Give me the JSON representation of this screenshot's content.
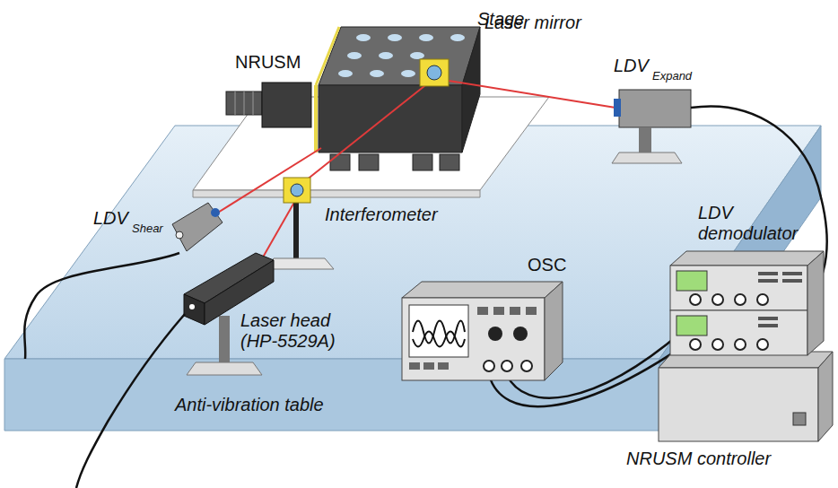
{
  "diagram": {
    "labels": [
      "Stage",
      "Laser mirror",
      "NRUSM",
      "LDV",
      "Expand",
      "LDV",
      "Shear",
      "Interferometer",
      "OSC",
      "LDV demodulator",
      "Laser head (HP-5529A)",
      "Anti-vibration table",
      "NRUSM controller"
    ]
  }
}
